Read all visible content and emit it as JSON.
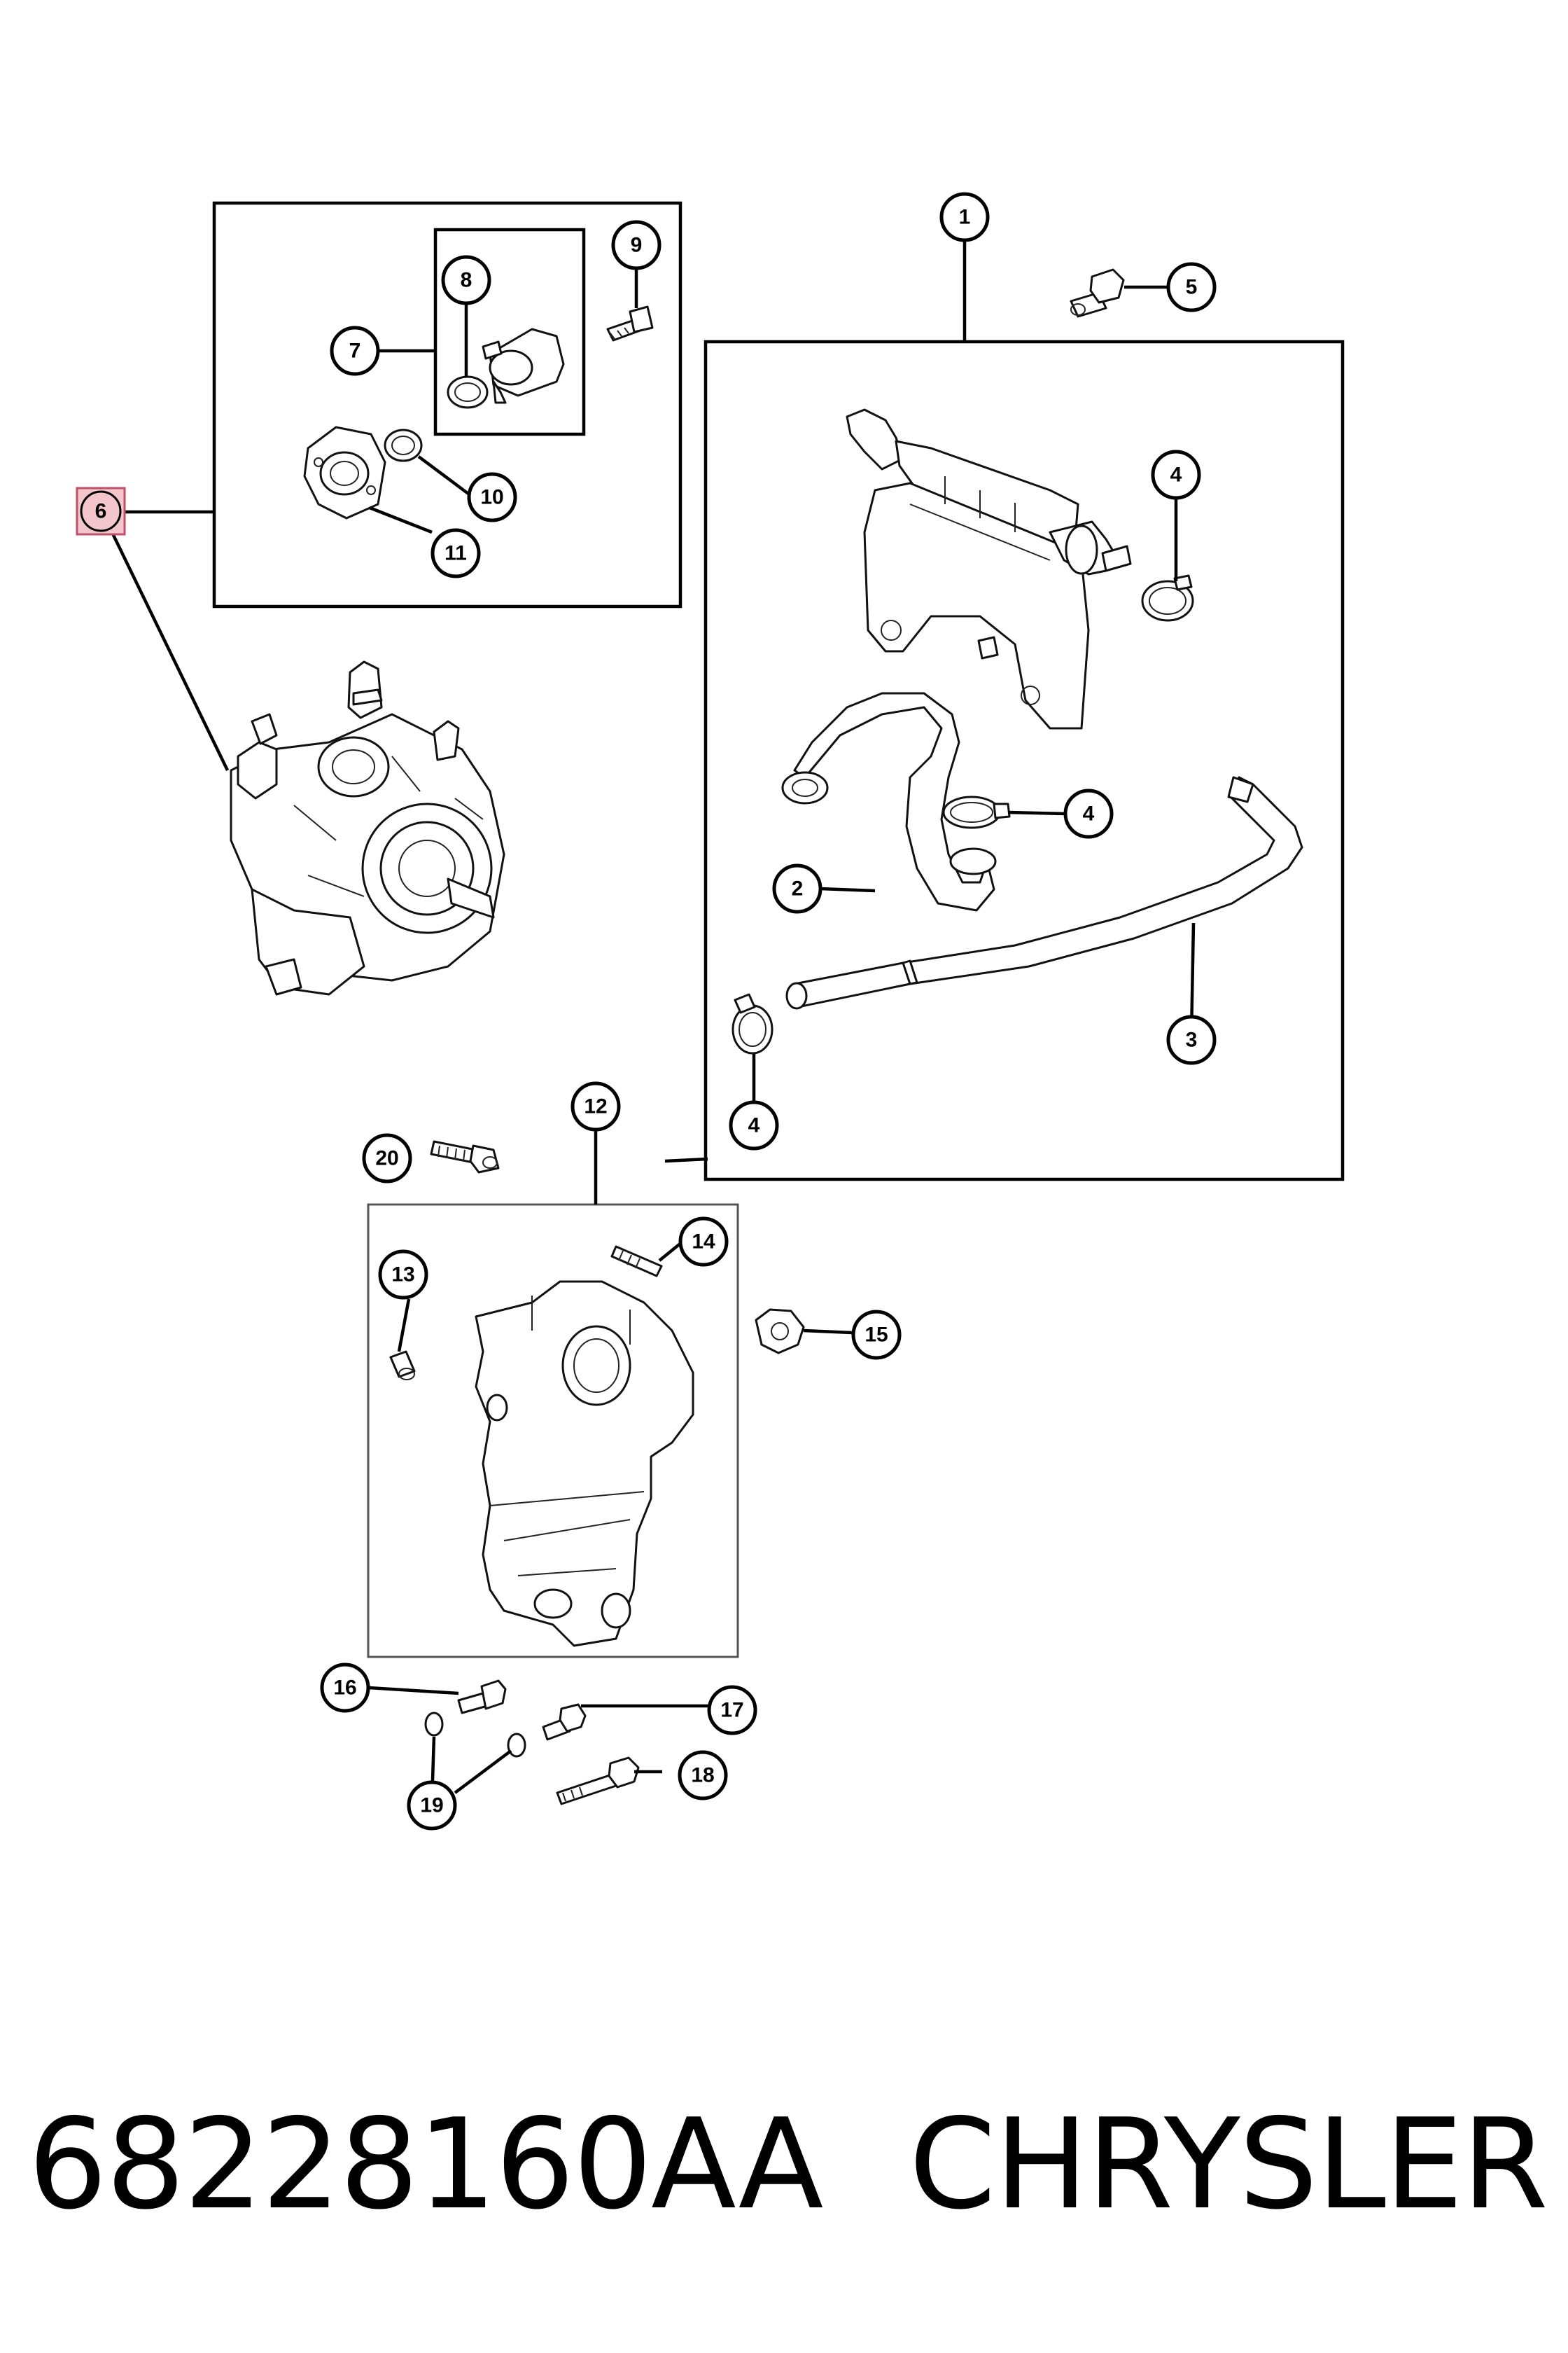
{
  "callouts": {
    "c1": "1",
    "c2": "2",
    "c3": "3",
    "c4a": "4",
    "c4b": "4",
    "c4c": "4",
    "c5": "5",
    "c6": "6",
    "c7": "7",
    "c8": "8",
    "c9": "9",
    "c10": "10",
    "c11": "11",
    "c12": "12",
    "c13": "13",
    "c14": "14",
    "c15": "15",
    "c16": "16",
    "c17": "17",
    "c18": "18",
    "c19": "19",
    "c20": "20"
  },
  "highlighted_callout": "6",
  "colors": {
    "highlight_fill": "#f3c6cc",
    "highlight_stroke": "#c0506a",
    "line": "#000000"
  },
  "caption": {
    "part_number": "68228160AA",
    "brand": "CHRYSLER"
  }
}
